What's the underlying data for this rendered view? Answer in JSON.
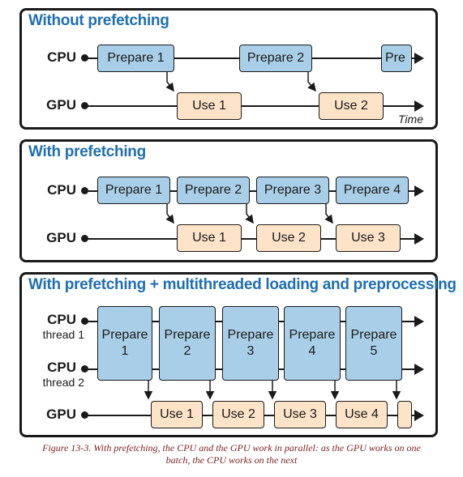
{
  "panel1": {
    "title": "Without prefetching",
    "lanes": {
      "cpu": "CPU",
      "gpu": "GPU"
    },
    "prepare_boxes": [
      "Prepare 1",
      "Prepare 2",
      "Pre"
    ],
    "use_boxes": [
      "Use 1",
      "Use 2"
    ],
    "time_label": "Time"
  },
  "panel2": {
    "title": "With prefetching",
    "lanes": {
      "cpu": "CPU",
      "gpu": "GPU"
    },
    "prepare_boxes": [
      "Prepare 1",
      "Prepare 2",
      "Prepare 3",
      "Prepare 4"
    ],
    "use_boxes": [
      "Use 1",
      "Use 2",
      "Use 3"
    ]
  },
  "panel3": {
    "title": "With prefetching + multithreaded loading and preprocessing",
    "lanes": {
      "cpu1": "CPU",
      "cpu1_sub": "thread 1",
      "cpu2": "CPU",
      "cpu2_sub": "thread 2",
      "gpu": "GPU"
    },
    "prepare_boxes": [
      {
        "word": "Prepare",
        "num": "1"
      },
      {
        "word": "Prepare",
        "num": "2"
      },
      {
        "word": "Prepare",
        "num": "3"
      },
      {
        "word": "Prepare",
        "num": "4"
      },
      {
        "word": "Prepare",
        "num": "5"
      }
    ],
    "use_boxes": [
      "Use 1",
      "Use 2",
      "Use 3",
      "Use 4",
      ""
    ]
  },
  "caption": {
    "line1": "Figure 13-3. With prefetching, the CPU and the GPU work in parallel: as the GPU works on one",
    "line2": "batch, the CPU works on the next"
  },
  "colors": {
    "title": "#1f6fb2",
    "prepare": "#a9cfe8",
    "use": "#fde3c8",
    "caption": "#7a1f1f"
  }
}
